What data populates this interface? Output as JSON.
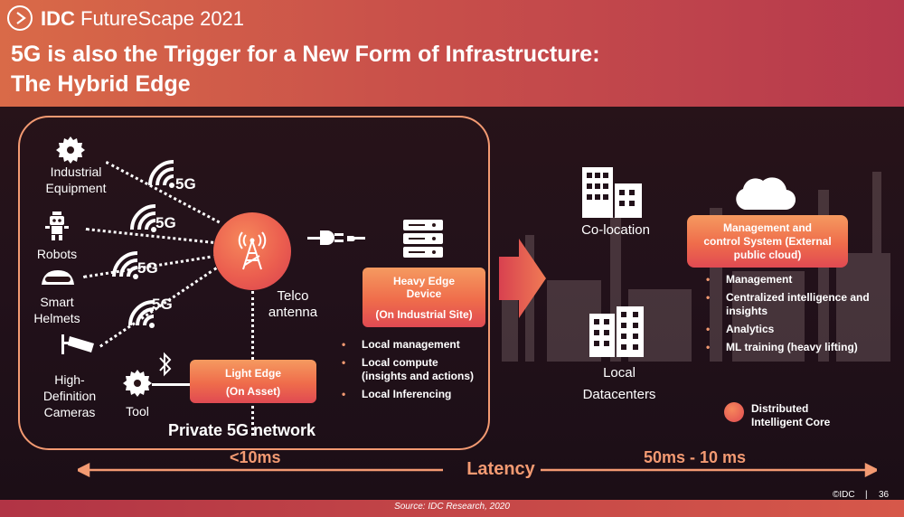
{
  "header": {
    "brand_bold": "IDC",
    "brand_rest": " FutureScape 2021",
    "title": "5G is also the Trigger for a New Form of Infrastructure:\nThe Hybrid Edge"
  },
  "private_network": {
    "label": "Private 5G network",
    "devices": [
      "Industrial\nEquipment",
      "Robots",
      "Smart\nHelmets",
      "High-\nDefinition\nCameras",
      "Tool"
    ],
    "signal_label": "5G",
    "antenna_label": "Telco\nantenna",
    "light_edge": {
      "line1": "Light Edge",
      "line2": "(On Asset)"
    },
    "heavy_edge": {
      "line1": "Heavy Edge",
      "line2": "Device",
      "line3": "(On Industrial Site)"
    },
    "heavy_bullets": [
      "Local management",
      "Local compute\n(insights and actions)",
      "Local Inferencing"
    ]
  },
  "right": {
    "colocation": "Co-location",
    "local_dc": "Local\nDatacenters",
    "mgmt_box": "Management and\ncontrol System (External\npublic cloud)",
    "mgmt_bullets": [
      "Management",
      "Centralized intelligence and\ninsights",
      "Analytics",
      "ML training (heavy lifting)"
    ],
    "legend": "Distributed\nIntelligent Core"
  },
  "latency": {
    "label": "Latency",
    "left_value": "<10ms",
    "right_value": "50ms - 10 ms"
  },
  "footer": {
    "source": "Source:  IDC Research, 2020",
    "copyright": "©IDC",
    "separator": "|",
    "page": "36"
  },
  "colors": {
    "accent": "#f39a72",
    "header": "#cf5a49",
    "box_orange": "#ef6c4b"
  }
}
